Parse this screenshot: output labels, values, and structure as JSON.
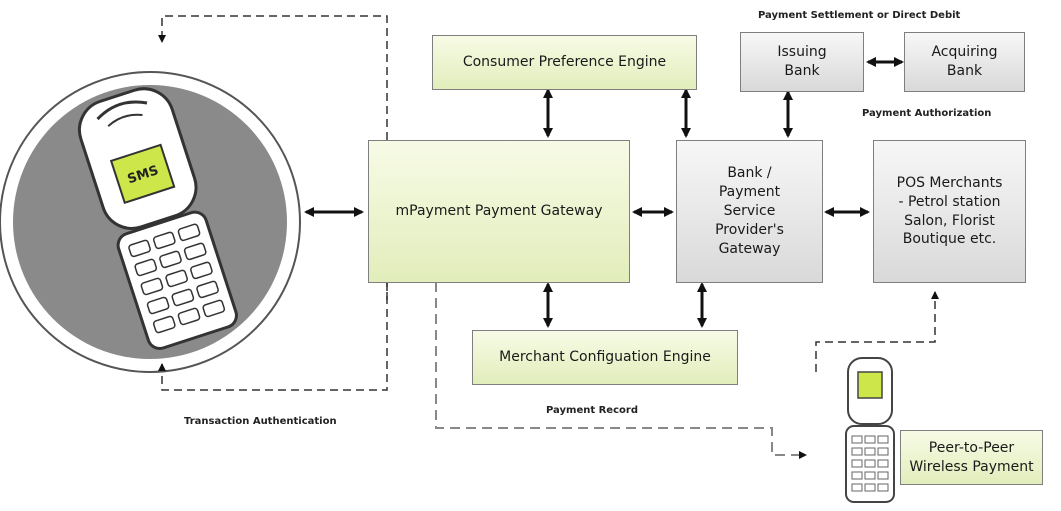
{
  "nodes": {
    "consumer_pref": "Consumer Preference Engine",
    "gateway": "mPayment Payment Gateway",
    "merchant_config": "Merchant Configuation Engine",
    "bank_gateway": "Bank /\nPayment\nService\nProvider's\nGateway",
    "issuing_bank": "Issuing\nBank",
    "acquiring_bank": "Acquiring\nBank",
    "pos_merchants": "POS Merchants\n- Petrol station\nSalon, Florist\nBoutique etc.",
    "p2p": "Peer-to-Peer\nWireless Payment",
    "sms": "SMS"
  },
  "labels": {
    "settlement": "Payment Settlement or Direct Debit",
    "authorization": "Payment Authorization",
    "transaction_auth": "Transaction Authentication",
    "payment_record": "Payment Record"
  },
  "colors": {
    "green_fill": "#e2edbb",
    "gray_fill": "#d9d9d9",
    "circle_fill": "#8a8a8a",
    "phone_body": "#ffffff",
    "screen_fill": "#cde64a"
  }
}
